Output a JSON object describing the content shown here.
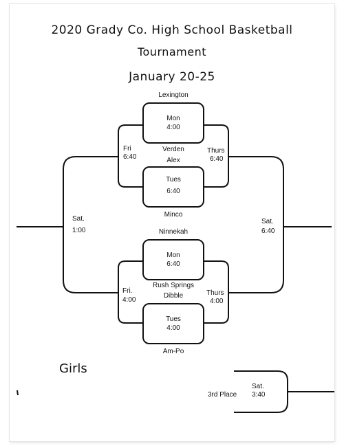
{
  "header": {
    "line1": "2020 Grady Co. High School Basketball",
    "line2": "Tournament",
    "line3": "January 20-25"
  },
  "games": {
    "g1": {
      "day": "Mon",
      "time": "4:00",
      "team_top": "Lexington",
      "team_bottom": "Verden"
    },
    "g2": {
      "day": "Tues",
      "time": "6:40",
      "team_top": "Alex",
      "team_bottom": "Minco"
    },
    "g3": {
      "day": "Mon",
      "time": "6:40",
      "team_top": "Ninnekah",
      "team_bottom": "Rush Springs"
    },
    "g4": {
      "day": "Tues",
      "time": "4:00",
      "team_top": "Dibble",
      "team_bottom": "Am-Po"
    },
    "fri_top": {
      "day": "Fri",
      "time": "6:40"
    },
    "thurs_top": {
      "day": "Thurs",
      "time": "6:40"
    },
    "fri_bottom": {
      "day": "Fri.",
      "time": "4:00"
    },
    "thurs_bottom": {
      "day": "Thurs",
      "time": "4:00"
    },
    "sat_left": {
      "day": "Sat.",
      "time": "1:00"
    },
    "sat_right": {
      "day": "Sat.",
      "time": "6:40"
    },
    "third_place": {
      "label": "3rd Place",
      "day": "Sat.",
      "time": "3:40"
    }
  },
  "section_label": "Girls"
}
